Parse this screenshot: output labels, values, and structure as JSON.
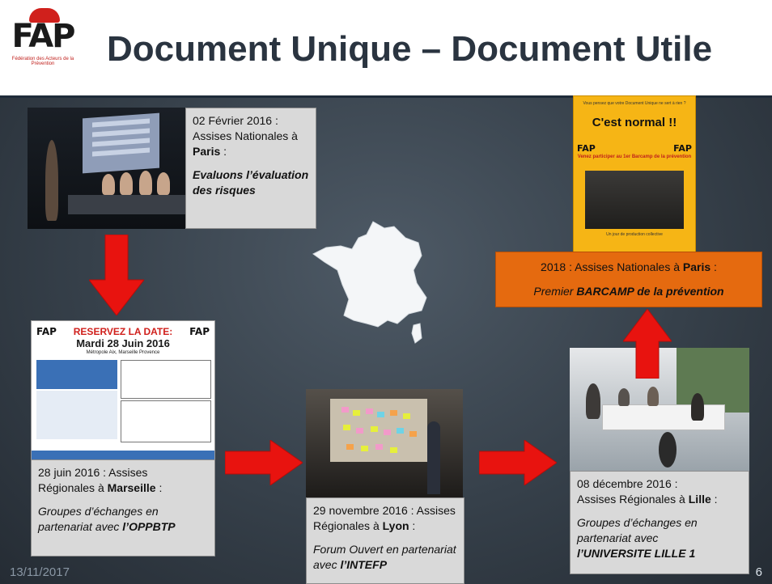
{
  "header": {
    "title": "Document Unique – Document Utile",
    "logo_text": "FAP",
    "logo_subtitle": "Fédération des Acteurs de la Prévention"
  },
  "footer": {
    "date": "13/11/2017",
    "slide_number": "6"
  },
  "events": {
    "paris2016": {
      "line1": "02 Février 2016 :",
      "line2": "Assises Nationales à",
      "city": "Paris",
      "after": " :",
      "theme": "Evaluons l’évaluation des risques"
    },
    "marseille": {
      "line1": "28 juin 2016 : Assises",
      "line2": "Régionales  à ",
      "city": "Marseille",
      "after": " :",
      "theme": "Groupes d’échanges en partenariat avec ",
      "partner": "l’OPPBTP"
    },
    "lyon": {
      "line1": "29 novembre 2016 : Assises",
      "line2": "Régionales  à ",
      "city": "Lyon",
      "after": " :",
      "theme": "Forum Ouvert en partenariat avec ",
      "partner": "l’INTEFP"
    },
    "lille": {
      "line1": "08 décembre 2016 :",
      "line2": "Assises Régionales  à ",
      "city": "Lille",
      "after": " :",
      "theme": "Groupes d’échanges en partenariat avec",
      "partner": "l’UNIVERSITE LILLE 1"
    },
    "paris2018": {
      "line1": "2018 : Assises Nationales  à ",
      "city": "Paris",
      "after": " :",
      "theme": "Premier ",
      "highlight": "BARCAMP de la prévention"
    }
  },
  "invitation": {
    "headline": "RESERVEZ LA DATE:",
    "date": "Mardi 28 Juin 2016",
    "place": "Métropole Aix, Marseille Provence"
  },
  "poster": {
    "tagline": "C'est normal !!",
    "cta": "Venez participer au 1er Barcamp de la prévention"
  },
  "colors": {
    "accent_red": "#e8130f",
    "orange": "#e56a0f",
    "caption_bg": "#d9d9d9"
  }
}
